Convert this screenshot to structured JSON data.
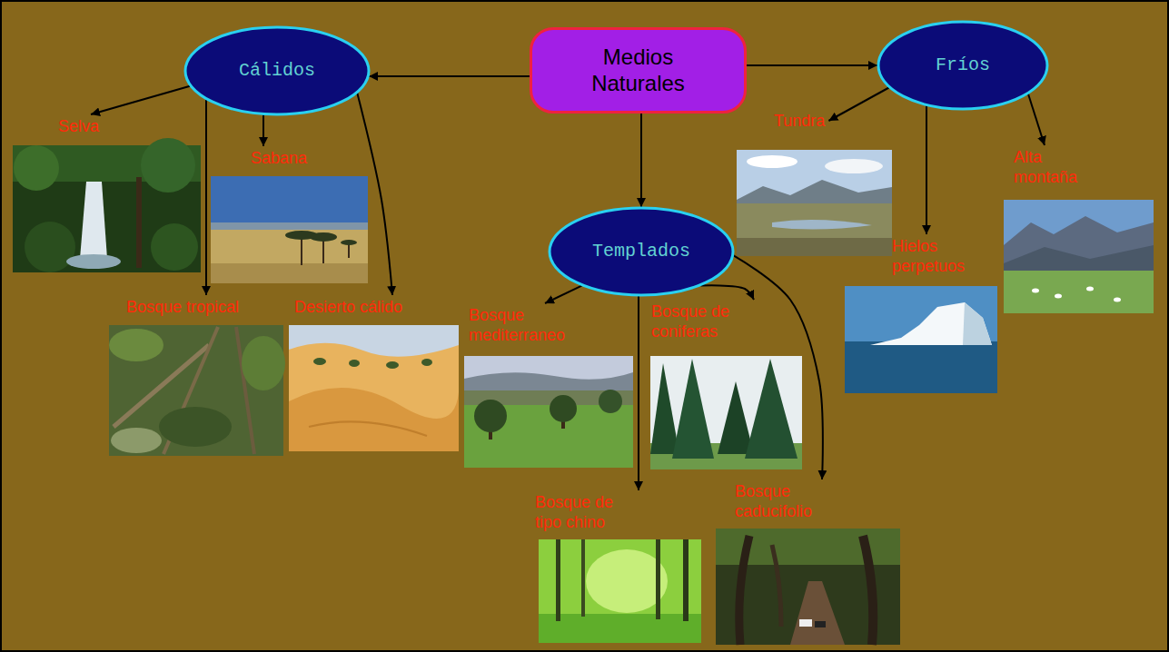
{
  "diagram": {
    "nodes": [
      {
        "text": [
          "Medios Naturales"
        ]
      },
      {
        "text": [
          "Cálidos"
        ]
      },
      {
        "text": [
          "Templados"
        ]
      },
      {
        "text": [
          "Fríos"
        ]
      },
      {
        "text": [
          "Selva"
        ]
      },
      {
        "text": [
          "Sabana"
        ]
      },
      {
        "text": [
          "Bosque tropical"
        ]
      },
      {
        "text": [
          "Desierto cálido"
        ]
      },
      {
        "text": [
          "Bosque mediterraneo"
        ]
      },
      {
        "text": [
          "Bosque de coniferas"
        ]
      },
      {
        "text": [
          "Bosque de tipo chino"
        ]
      },
      {
        "text": [
          "Bosque caducifolio"
        ]
      },
      {
        "text": [
          "Tundra"
        ]
      },
      {
        "text": [
          "Hielos perpetuos"
        ]
      },
      {
        "text": [
          "Alta montaña"
        ]
      }
    ],
    "edges": [
      {
        "from": 0,
        "to": 1,
        "arrow": "to"
      },
      {
        "from": 0,
        "to": 2,
        "arrow": "to"
      },
      {
        "from": 0,
        "to": 3,
        "arrow": "to"
      },
      {
        "from": 1,
        "to": 4,
        "arrow": "to"
      },
      {
        "from": 1,
        "to": 5,
        "arrow": "to"
      },
      {
        "from": 1,
        "to": 6,
        "arrow": "to"
      },
      {
        "from": 1,
        "to": 7,
        "arrow": "to"
      },
      {
        "from": 2,
        "to": 8,
        "arrow": "to"
      },
      {
        "from": 2,
        "to": 9,
        "arrow": "to"
      },
      {
        "from": 2,
        "to": 10,
        "arrow": "to"
      },
      {
        "from": 2,
        "to": 11,
        "arrow": "to"
      },
      {
        "from": 3,
        "to": 12,
        "arrow": "to"
      },
      {
        "from": 3,
        "to": 13,
        "arrow": "to"
      },
      {
        "from": 3,
        "to": 14,
        "arrow": "to"
      }
    ]
  }
}
